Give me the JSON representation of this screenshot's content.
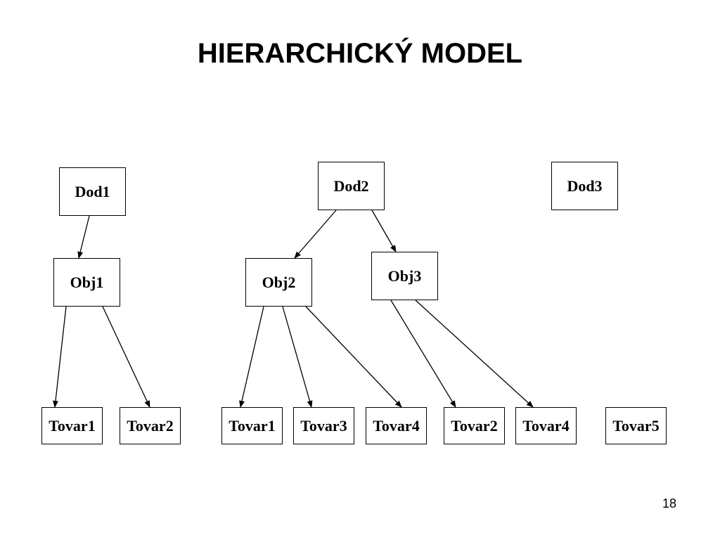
{
  "title": "HIERARCHICKÝ MODEL",
  "page_number": "18",
  "nodes": {
    "dod1": "Dod1",
    "dod2": "Dod2",
    "dod3": "Dod3",
    "obj1": "Obj1",
    "obj2": "Obj2",
    "obj3": "Obj3",
    "t1": "Tovar1",
    "t2": "Tovar2",
    "t3": "Tovar1",
    "t4": "Tovar3",
    "t5": "Tovar4",
    "t6": "Tovar2",
    "t7": "Tovar4",
    "t8": "Tovar5"
  },
  "edges": [
    [
      "dod1",
      "obj1"
    ],
    [
      "dod2",
      "obj2"
    ],
    [
      "dod2",
      "obj3"
    ],
    [
      "obj1",
      "t1"
    ],
    [
      "obj1",
      "t2"
    ],
    [
      "obj2",
      "t3"
    ],
    [
      "obj2",
      "t4"
    ],
    [
      "obj2",
      "t5"
    ],
    [
      "obj3",
      "t6"
    ],
    [
      "obj3",
      "t7"
    ]
  ]
}
